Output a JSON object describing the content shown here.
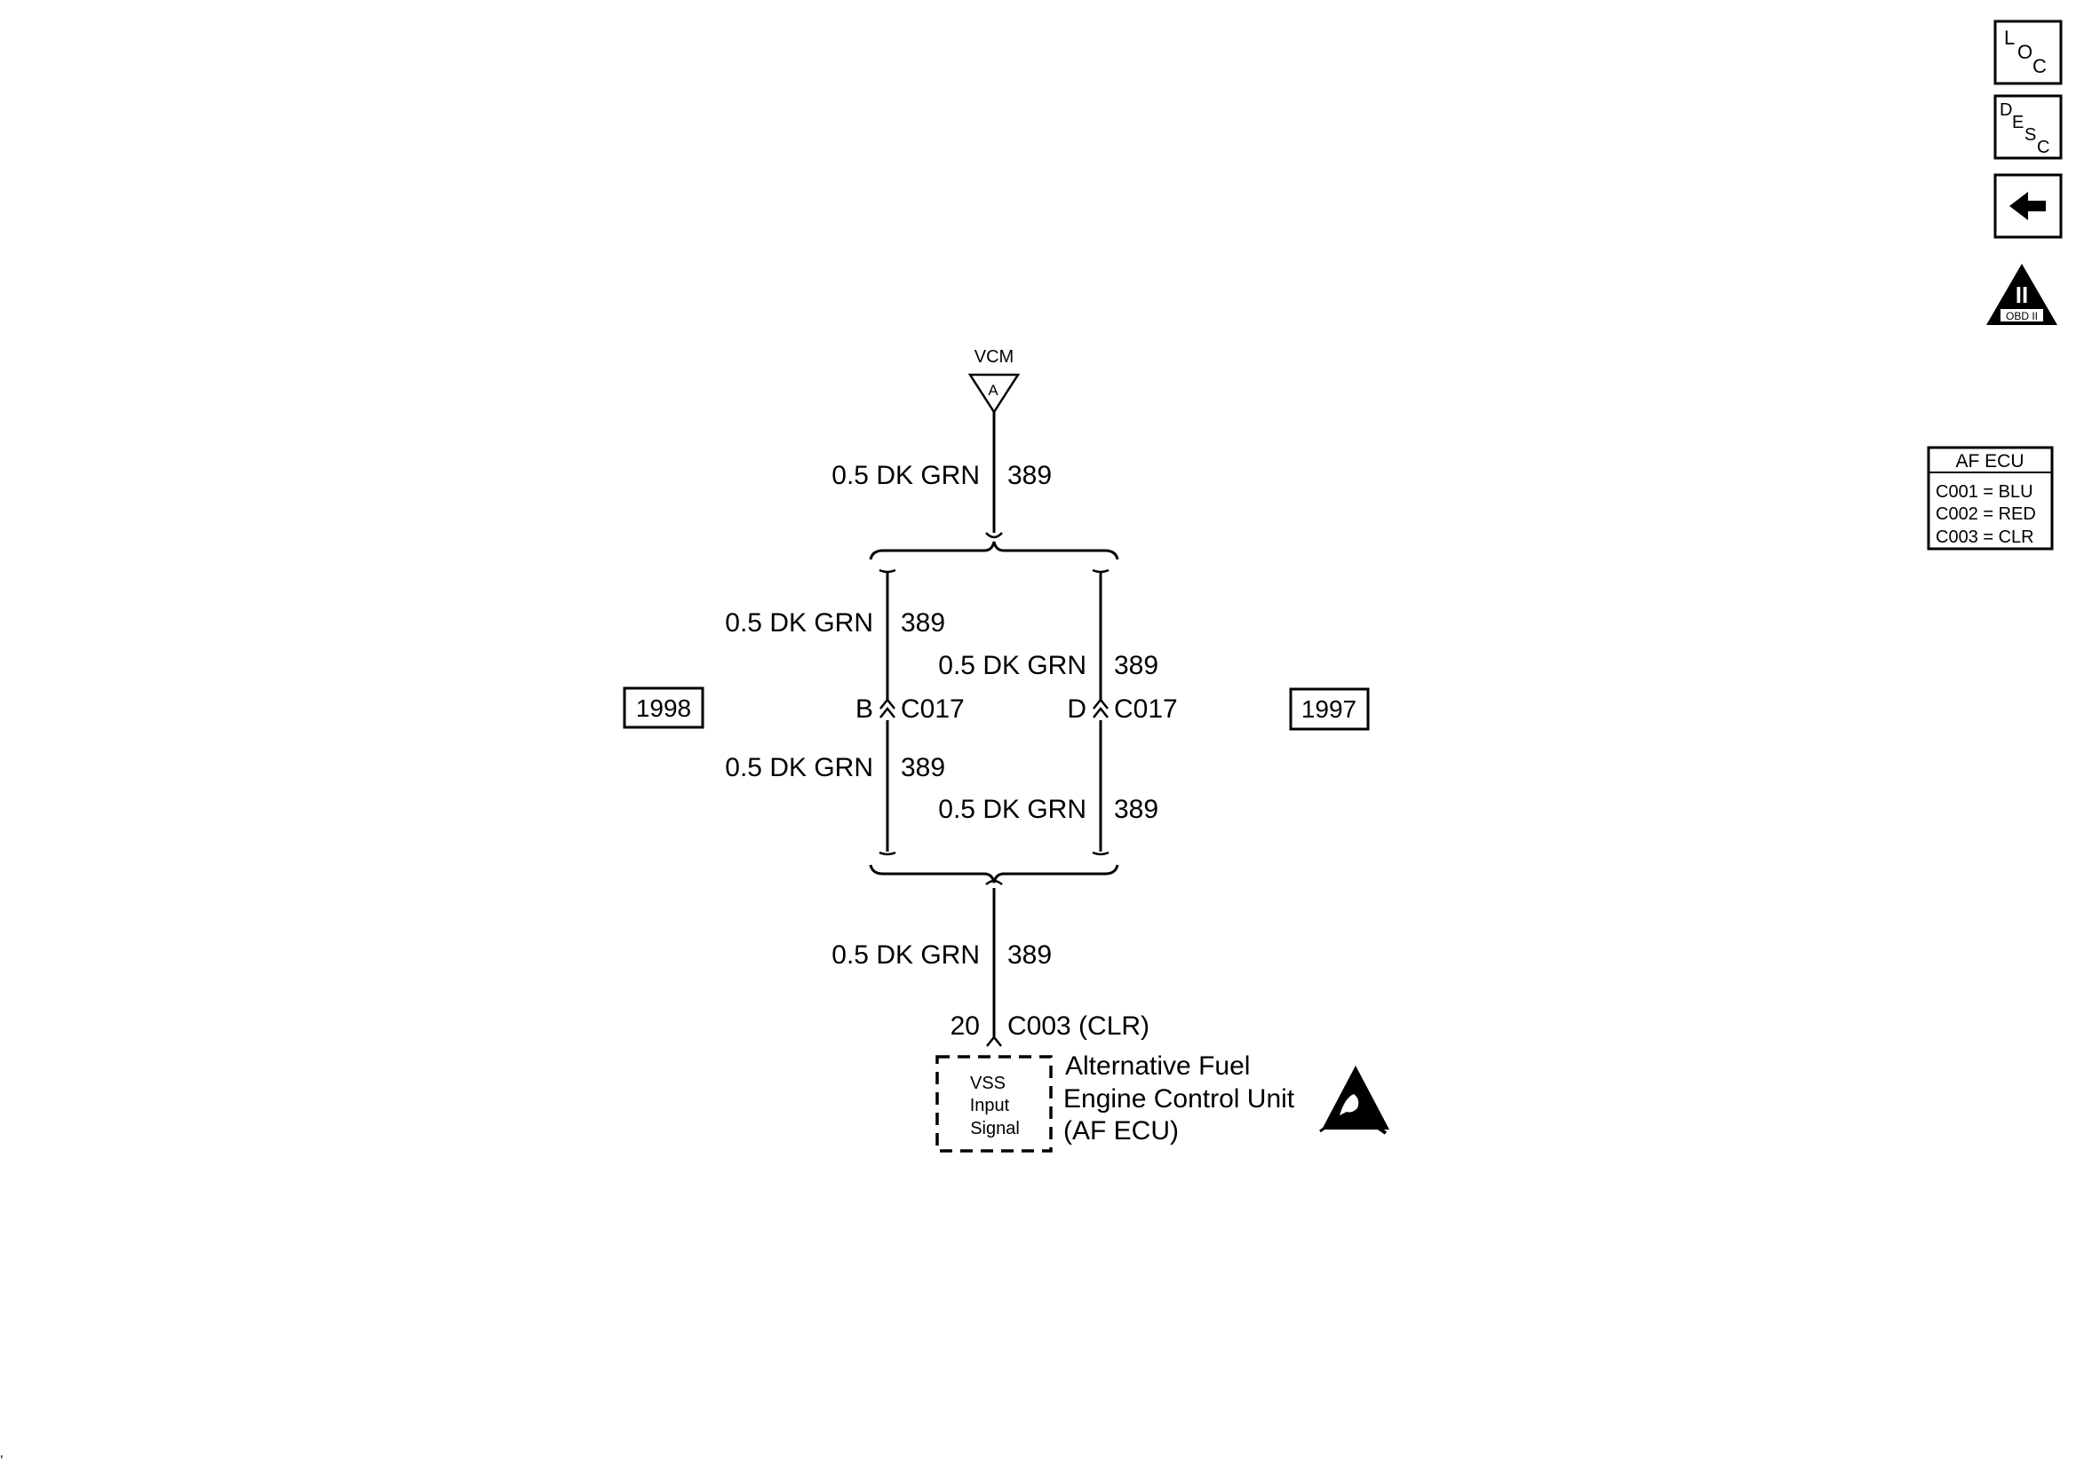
{
  "nav": {
    "loc": {
      "l": "L",
      "o": "O",
      "c": "C"
    },
    "desc": {
      "d": "D",
      "e": "E",
      "s": "S",
      "c": "C"
    },
    "back_icon": "left-arrow-icon",
    "obd": {
      "numeral": "II",
      "label": "OBD II",
      "icon": "obd-ii-warning-icon"
    }
  },
  "legend": {
    "title": "AF ECU",
    "rows": [
      "C001 = BLU",
      "C002 = RED",
      "C003 = CLR"
    ]
  },
  "vcm": {
    "label": "VCM",
    "terminal": "A"
  },
  "wires": {
    "top": {
      "spec": "0.5 DK GRN",
      "circuit": "389"
    },
    "left_upper": {
      "spec": "0.5 DK GRN",
      "circuit": "389"
    },
    "right_upper": {
      "spec": "0.5 DK GRN",
      "circuit": "389"
    },
    "left_lower": {
      "spec": "0.5 DK GRN",
      "circuit": "389"
    },
    "right_lower": {
      "spec": "0.5 DK GRN",
      "circuit": "389"
    },
    "bottom": {
      "spec": "0.5 DK GRN",
      "circuit": "389"
    }
  },
  "connectors": {
    "left": {
      "pin": "B",
      "name": "C017"
    },
    "right": {
      "pin": "D",
      "name": "C017"
    },
    "bottom": {
      "pin": "20",
      "name": "C003 (CLR)"
    }
  },
  "years": {
    "left": "1998",
    "right": "1997"
  },
  "component": {
    "box_lines": [
      "VSS",
      "Input",
      "Signal"
    ],
    "name_lines": [
      "Alternative Fuel",
      "Engine Control Unit",
      "(AF ECU)"
    ],
    "esd_icon": "esd-sensitive-icon"
  },
  "page_mark": "’"
}
